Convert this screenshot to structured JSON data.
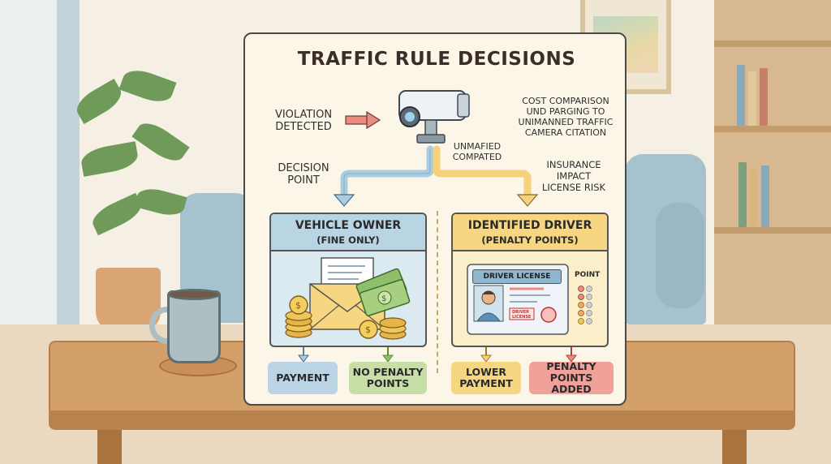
{
  "title": "TRAFFIC RULE DECISIONS",
  "violation": [
    "VIOLATION",
    "DETECTED"
  ],
  "decision_point": [
    "DECISION",
    "POINT"
  ],
  "camera_note": [
    "UNMAFIED",
    "COMPATED"
  ],
  "cost_comparison": [
    "COST COMPARISON",
    "UND PARGING TO",
    "UNIMANNED TRAFFIC",
    "CAMERA CITATION"
  ],
  "insurance": [
    "INSURANCE",
    "IMPACT",
    "LICENSE RISK"
  ],
  "left_panel": {
    "title": "VEHICLE OWNER",
    "subtitle": "(FINE ONLY)"
  },
  "right_panel": {
    "title": "IDENTIFIED DRIVER",
    "subtitle": "(PENALTY POINTS)",
    "license_label": "DRIVER LICENSE",
    "point_label": "POINT",
    "stamp": [
      "DRIVER",
      "LICENSE"
    ]
  },
  "outcomes": {
    "payment": "PAYMENT",
    "no_penalty": [
      "NO PENALTY",
      "POINTS"
    ],
    "lower_payment": [
      "LOWER",
      "PAYMENT"
    ],
    "penalty_added": [
      "PENALTY",
      "POINTS ADDED"
    ]
  },
  "colors": {
    "blue_path": "#a9cde0",
    "yellow_path": "#f5d27a",
    "red_arrow": "#e98b7f",
    "green_arrow": "#8fbf6a"
  },
  "icons": [
    "security-camera-icon",
    "envelope-icon",
    "money-icon",
    "coins-icon",
    "license-card-icon",
    "avatar-icon"
  ]
}
